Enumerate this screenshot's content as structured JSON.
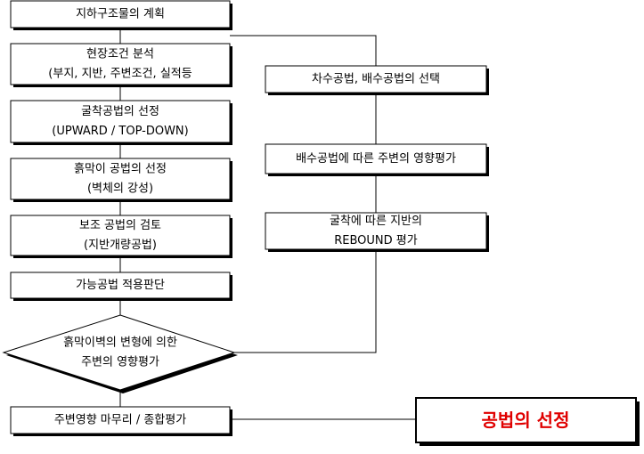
{
  "left_column": [
    {
      "id": "plan",
      "lines": [
        "지하구조물의 계획"
      ]
    },
    {
      "id": "site",
      "lines": [
        "현장조건 분석",
        "(부지, 지반, 주변조건, 실적등"
      ]
    },
    {
      "id": "excavation",
      "lines": [
        "굴착공법의 선정",
        "(UPWARD / TOP-DOWN)"
      ]
    },
    {
      "id": "retaining",
      "lines": [
        "흙막이 공법의 선정",
        "(벽체의 강성)"
      ]
    },
    {
      "id": "auxiliary",
      "lines": [
        "보조 공법의 검토",
        "(지반개량공법)"
      ]
    },
    {
      "id": "applicable",
      "lines": [
        "가능공법 적용판단"
      ]
    }
  ],
  "decision": {
    "lines": [
      "흙막이벽의 변형에 의한",
      "주변의 영향평가"
    ]
  },
  "final": {
    "lines": [
      "주변영향 마무리 / 종합평가"
    ]
  },
  "right_column": [
    {
      "id": "cutoff",
      "lines": [
        "차수공법, 배수공법의 선택"
      ]
    },
    {
      "id": "drainage",
      "lines": [
        "배수공법에 따른 주변의 영향평가"
      ]
    },
    {
      "id": "rebound",
      "lines": [
        "굴착에 따른 지반의",
        "REBOUND 평가"
      ]
    }
  ],
  "result": {
    "label": "공법의 선정",
    "color": "#e00000"
  },
  "colors": {
    "border": "#000000",
    "fill": "#ffffff",
    "shadow": "#000000"
  }
}
